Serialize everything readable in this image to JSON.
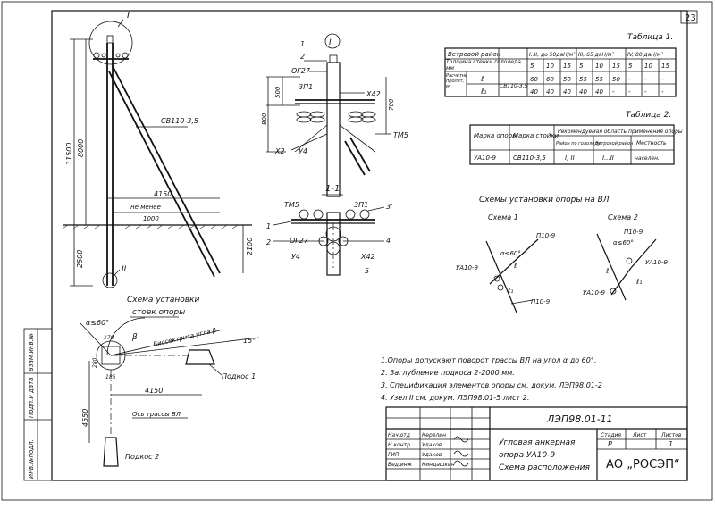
{
  "page_number": "23",
  "notes": [
    "1.Опоры допускают поворот трассы ВЛ на угол α до 60°.",
    "2. Заглубление подкоса 2-2000 мм.",
    "3. Спецификация элементов опоры см. докум. ЛЭП98.01-2",
    "4. Узел II см. докум. ЛЭП98.01-5 лист 2."
  ],
  "table1": {
    "title": "Таблица 1.",
    "header": [
      "Ветровой район",
      "I..II, до 50даН/м²",
      "III, 65 даН/м²",
      "IV, 80 даН/м²"
    ],
    "ice_label": "Толщина стенки гололеда, мм",
    "ice_values": [
      "5",
      "10",
      "15",
      "5",
      "10",
      "15",
      "5",
      "10",
      "15"
    ],
    "span_label": "Расчетный пролет, м",
    "row_l": "ℓ",
    "row_l1": "ℓ₁",
    "post": "СВ110-3,5",
    "l_values": [
      "60",
      "60",
      "50",
      "55",
      "55",
      "50",
      "-",
      "-",
      "-"
    ],
    "l1_values": [
      "40",
      "40",
      "40",
      "40",
      "40",
      "-",
      "-",
      "-",
      "-"
    ]
  },
  "table2": {
    "title": "Таблица 2.",
    "col1": "Марка опоры",
    "col2": "Марка стойки",
    "col3": "Рекомендуемая область применения опоры",
    "sub1": "Район по гололеду",
    "sub2": "Ветровой район",
    "sub3": "Местность",
    "row": [
      "УА10-9",
      "СВ110-3,5",
      "I, II",
      "I...II",
      "населен."
    ]
  },
  "left_view": {
    "marker": "I",
    "post": "СВ110-3,5",
    "dim_total": "11500",
    "dim_above": "8000",
    "dim_below": "2500",
    "dim_base": "4150",
    "min_label": "не менее",
    "min_value": "1000",
    "dim_strut": "2100",
    "node_marker": "II"
  },
  "node_view": {
    "marker": "I",
    "labels": [
      "1",
      "2",
      "ОГ27",
      "3П1",
      "Х42",
      "ТМ5",
      "Х2",
      "У4"
    ],
    "dims": [
      "500",
      "800",
      "700"
    ]
  },
  "section_view": {
    "title": "1-1",
    "labels": [
      "ТМ5",
      "1",
      "2",
      "ОГ27",
      "У4",
      "3П1",
      "3'",
      "4",
      "Х42",
      "5"
    ]
  },
  "scheme_install": {
    "title": "Схема установки",
    "subtitle": "стоек опоры",
    "angle": "α≤60°",
    "beta": "β",
    "bisector": "Биссектриса угла β",
    "angle15": "15°",
    "dims": [
      "170",
      "280",
      "185"
    ],
    "dim_4150": "4150",
    "dim_4550": "4550",
    "axis": "Ось трассы ВЛ",
    "strut1": "Подкос 1",
    "strut2": "Подкос 2"
  },
  "scheme_lines": {
    "title": "Схемы установки опоры на ВЛ",
    "s1": "Схема 1",
    "s2": "Схема 2",
    "p1": "П10-9",
    "p2": "П10-9",
    "p3": "П10-9",
    "a1": "УА10-9",
    "a2": "УА10-9",
    "a3": "УА10-9",
    "angle": "α≤60°",
    "l": "ℓ",
    "l1": "ℓ₁"
  },
  "titleblock": {
    "code": "ЛЭП98.01-11",
    "rows": [
      [
        "Нач.отд",
        "Керелин"
      ],
      [
        "Н.контр",
        "Удаков"
      ],
      [
        "ГИП",
        "Удаков"
      ],
      [
        "Вед.инж",
        "Киндашкин"
      ]
    ],
    "name_line1": "Угловая анкерная",
    "name_line2": "опора  УА10-9",
    "name_line3": "Схема расположения",
    "stage_h": "Стадия",
    "sheet_h": "Лист",
    "sheets_h": "Листов",
    "stage": "Р",
    "sheets": "1",
    "org": "АО „РОСЭП“"
  },
  "side_stamp": [
    "Инв.№подл.",
    "Подп.и дата",
    "Взам.инв.№"
  ]
}
